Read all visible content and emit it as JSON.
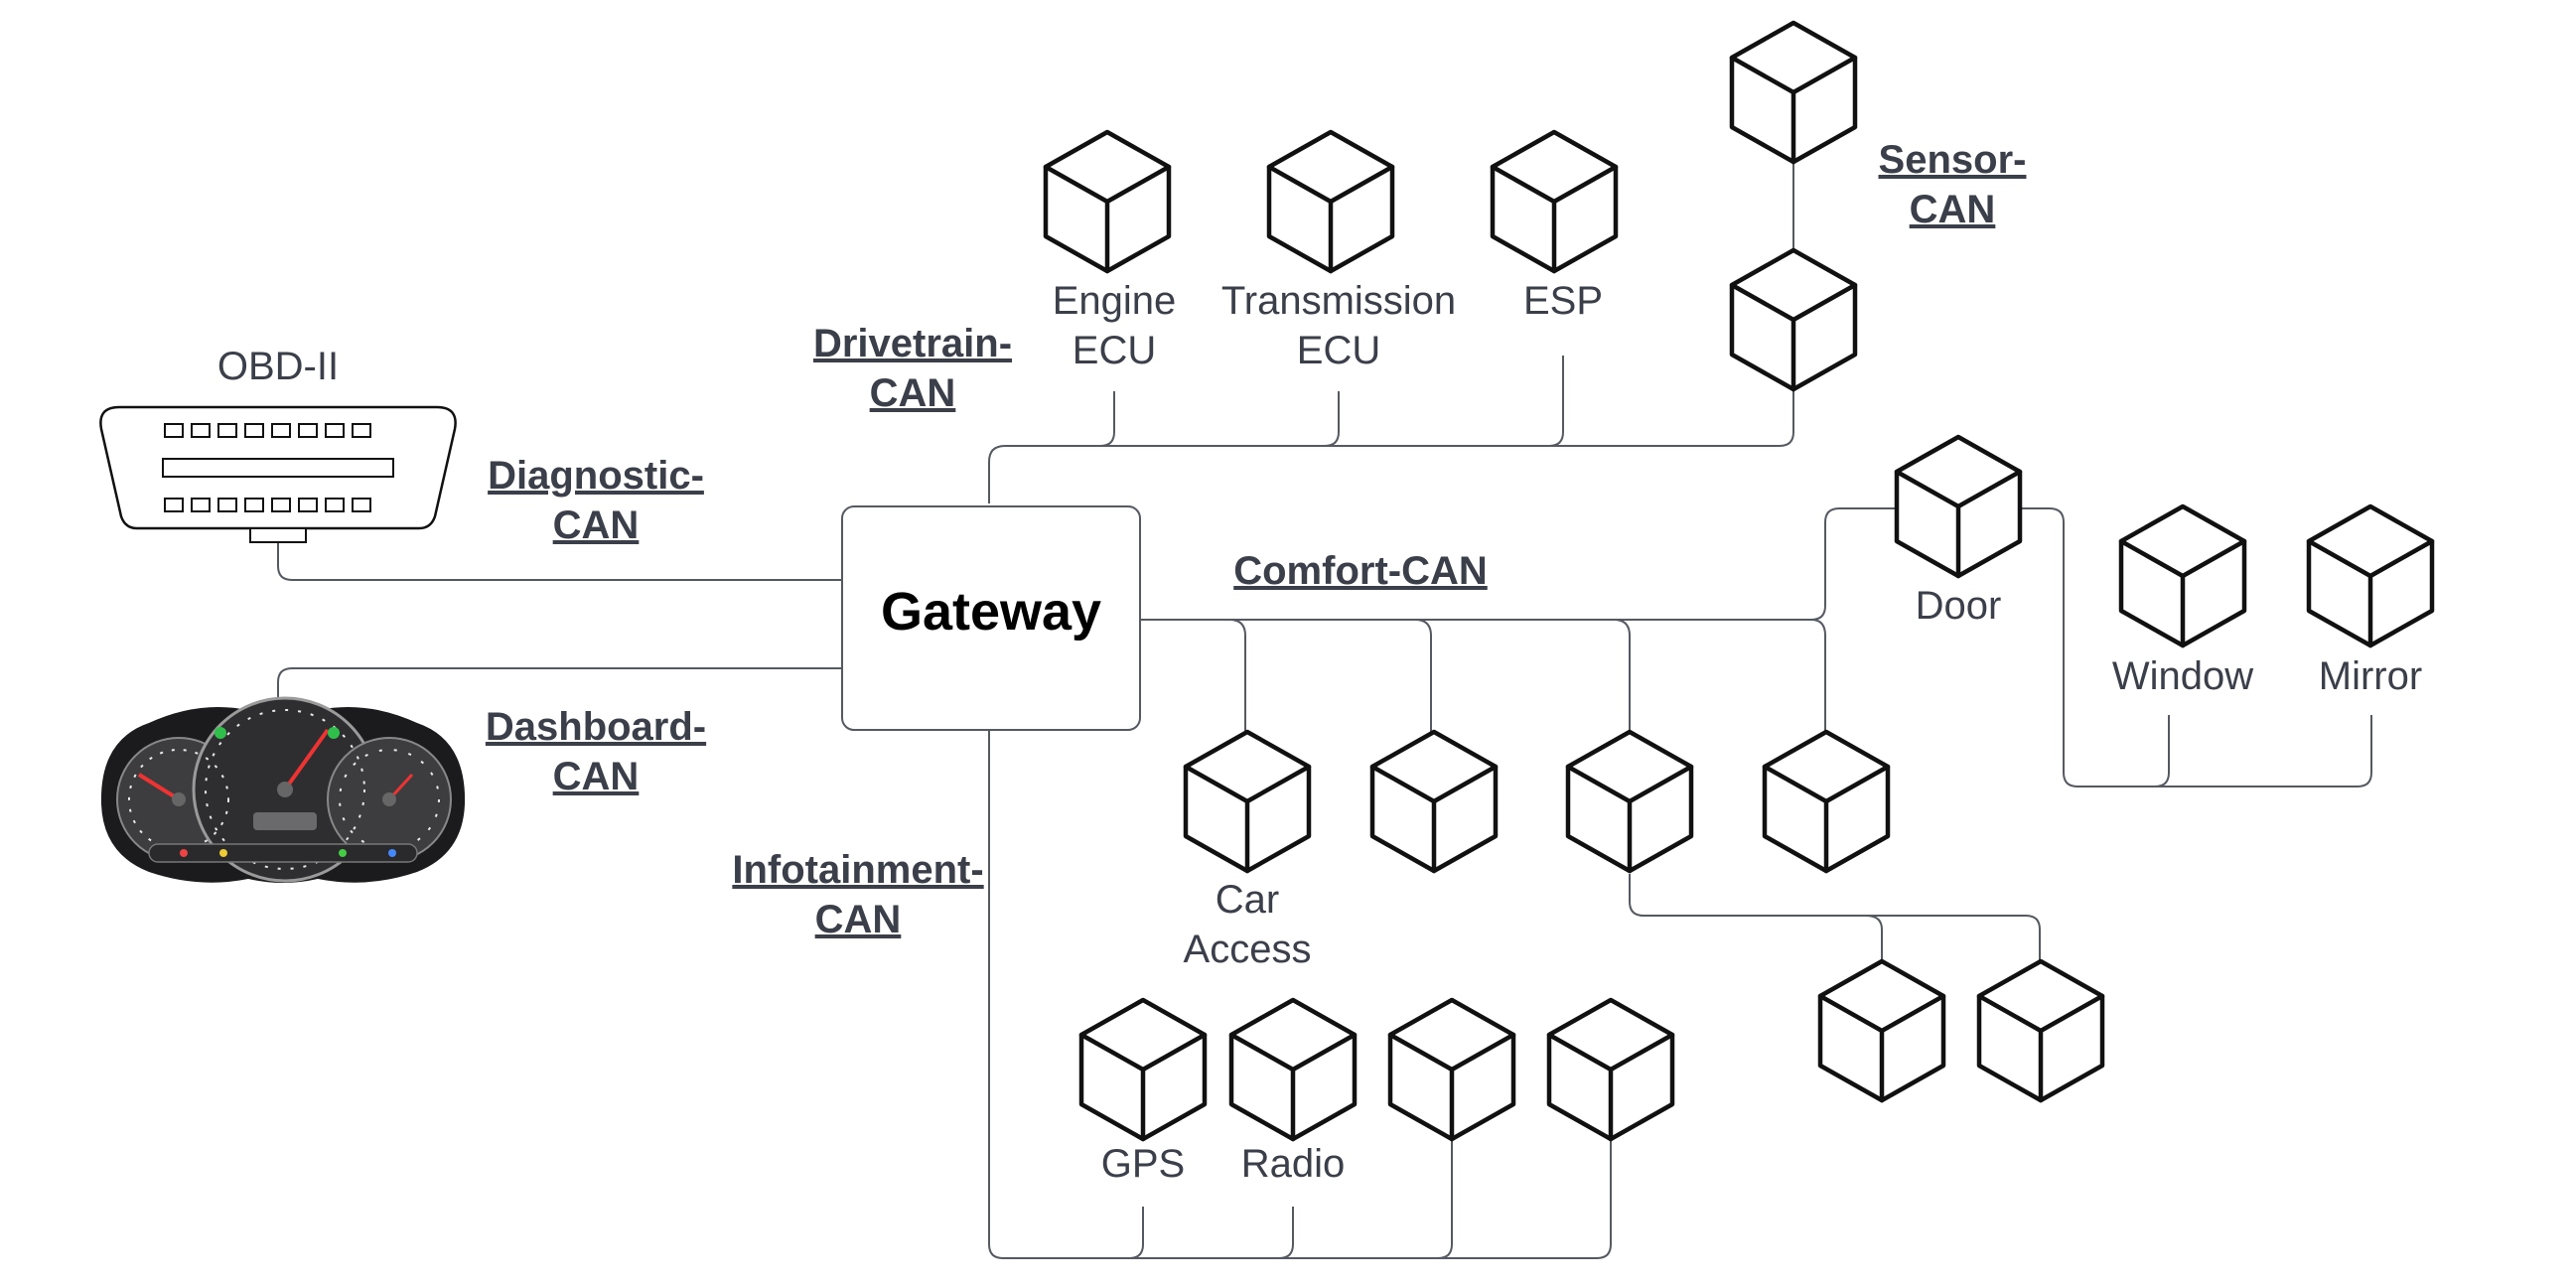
{
  "gateway": {
    "label": "Gateway"
  },
  "buses": {
    "drivetrain": [
      "Drivetrain-",
      "CAN"
    ],
    "sensor": [
      "Sensor-",
      "CAN"
    ],
    "diagnostic": [
      "Diagnostic-",
      "CAN"
    ],
    "dashboard": [
      "Dashboard-",
      "CAN"
    ],
    "infotainment": [
      "Infotainment-",
      "CAN"
    ],
    "comfort": "Comfort-CAN"
  },
  "devices": {
    "obd": "OBD-II",
    "engine_ecu": [
      "Engine",
      "ECU"
    ],
    "transmission_ecu": [
      "Transmission",
      "ECU"
    ],
    "esp": "ESP",
    "door": "Door",
    "window": "Window",
    "mirror": "Mirror",
    "car_access": [
      "Car",
      "Access"
    ],
    "gps": "GPS",
    "radio": "Radio"
  },
  "icons": {
    "ecu": "cube-icon",
    "obd_port": "obd-connector-icon",
    "dashboard": "instrument-cluster-icon"
  }
}
